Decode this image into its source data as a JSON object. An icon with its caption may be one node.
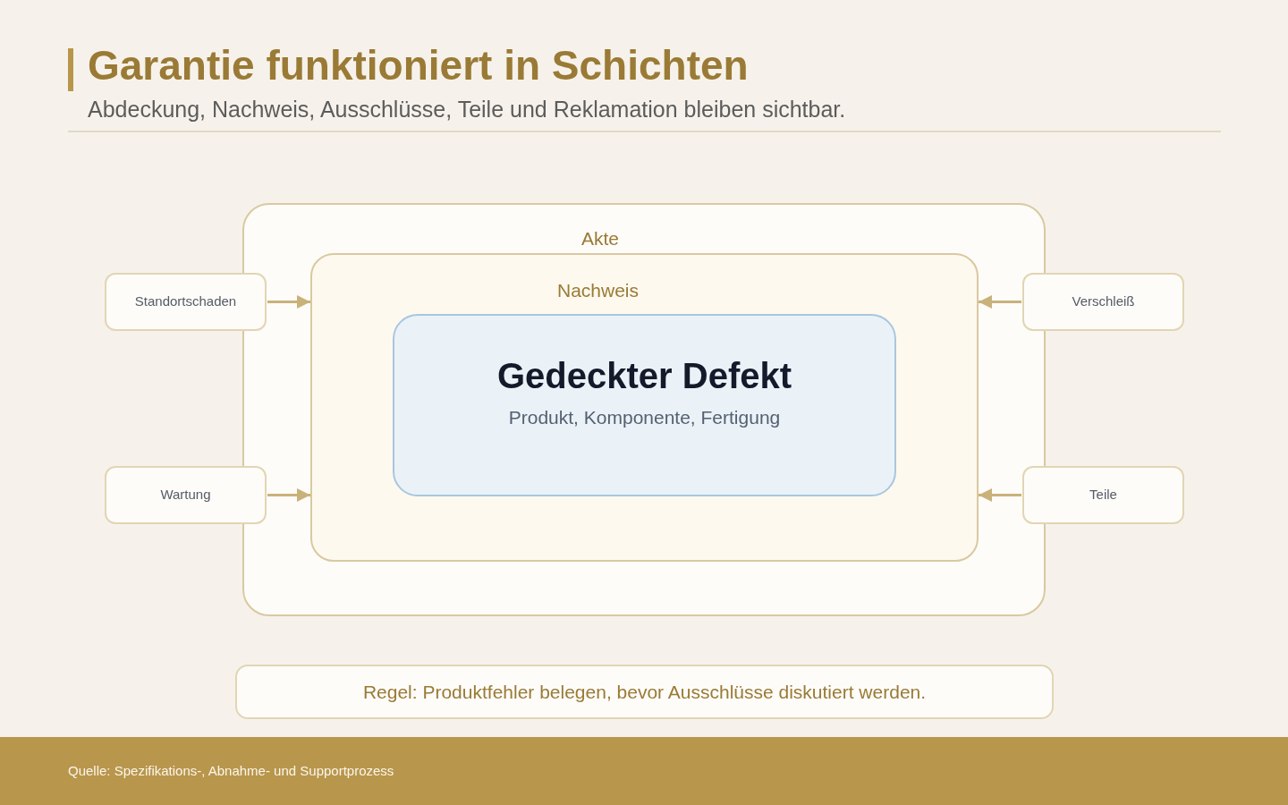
{
  "diagram": {
    "title": "Garantie funktioniert in Schichten",
    "caption": "Quelle: Spezifikations-, Abnahme- und Supportprozess",
    "nodes": [
      {
        "text": [
          "Akte"
        ]
      },
      {
        "text": [
          "Nachweis"
        ],
        "in": 0
      },
      {
        "text": [
          "Gedeckter Defekt",
          "Produkt, Komponente, Fertigung"
        ],
        "in": 1
      },
      {
        "text": [
          "Standortschaden"
        ]
      },
      {
        "text": [
          "Wartung"
        ]
      },
      {
        "text": [
          "Verschleiß"
        ]
      },
      {
        "text": [
          "Teile"
        ]
      },
      {
        "text": [
          "Regel: Produktfehler belegen, bevor Ausschlüsse diskutiert werden."
        ]
      }
    ],
    "edges": [
      {
        "from": 3,
        "to": 1,
        "arrow": "to"
      },
      {
        "from": 4,
        "to": 1,
        "arrow": "to"
      },
      {
        "from": 5,
        "to": 1,
        "arrow": "to"
      },
      {
        "from": 6,
        "to": 1,
        "arrow": "to"
      }
    ],
    "labels": [
      "Abdeckung, Nachweis, Ausschlüsse, Teile und Reklamation bleiben sichtbar."
    ]
  }
}
